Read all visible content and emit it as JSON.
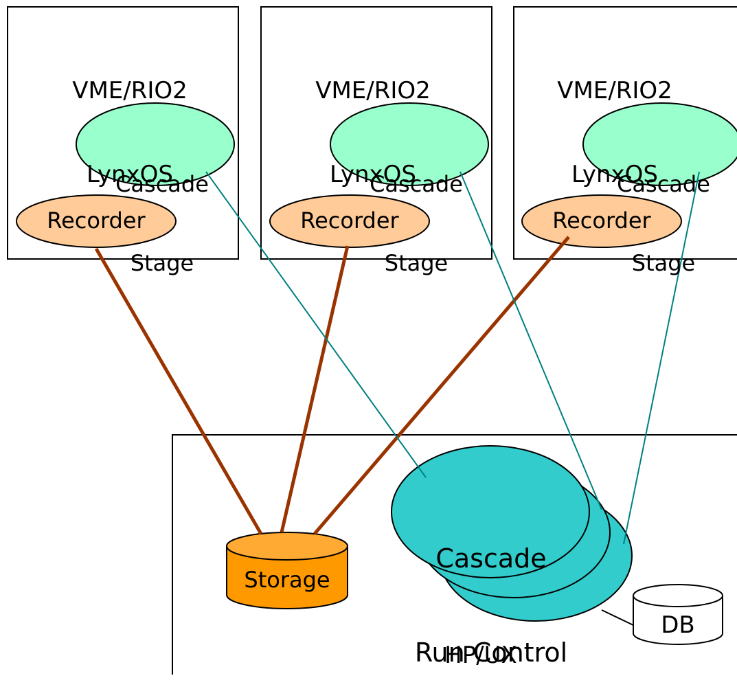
{
  "colors": {
    "cascade_stage_fill": "#99ffcc",
    "recorder_fill": "#ffcc99",
    "run_control_fill": "#33cccc",
    "storage_fill": "#ff9900",
    "storage_top": "#ffaa33",
    "data_link": "#993300",
    "control_link": "#008080"
  },
  "vme_nodes": [
    {
      "line1": "VME/RIO2",
      "line2": "LynxOS",
      "stage_line1": "Cascade",
      "stage_line2": "Stage",
      "recorder": "Recorder"
    },
    {
      "line1": "VME/RIO2",
      "line2": "LynxOS",
      "stage_line1": "Cascade",
      "stage_line2": "Stage",
      "recorder": "Recorder"
    },
    {
      "line1": "VME/RIO2",
      "line2": "LynxOS",
      "stage_line1": "Cascade",
      "stage_line2": "Stage",
      "recorder": "Recorder"
    }
  ],
  "host": {
    "label": "HP/UX",
    "run_control_line1": "Cascade",
    "run_control_line2": "Run Control",
    "storage": "Storage",
    "db": "DB"
  }
}
